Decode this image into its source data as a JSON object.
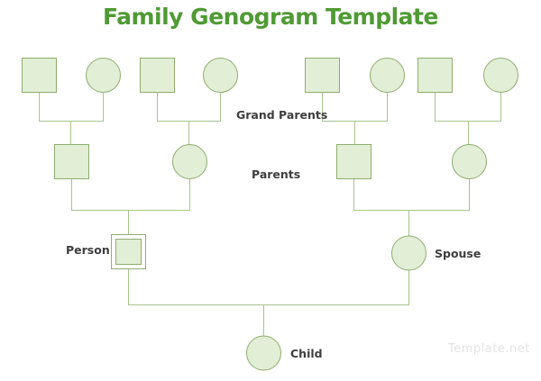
{
  "title": "Family Genogram Template",
  "watermark": "Template.net",
  "labels": {
    "grand_parents": "Grand Parents",
    "parents": "Parents",
    "person": "Person",
    "spouse": "Spouse",
    "child": "Child"
  },
  "colors": {
    "title_green": "#4f9a34",
    "node_fill": "#e2eed6",
    "node_border": "#8fad6e",
    "connector_line": "#a8c48c",
    "label_text": "#3e3e3e",
    "watermark_gray": "#e3e3e3"
  },
  "diagram": {
    "type": "genogram",
    "shape_legend": {
      "square": "male",
      "circle": "female",
      "double_square": "focal person"
    },
    "generations": [
      {
        "label": "Grand Parents",
        "couples": [
          {
            "nodes": [
              "square",
              "circle"
            ],
            "child_link": "father-left"
          },
          {
            "nodes": [
              "square",
              "circle"
            ],
            "child_link": "mother-left"
          },
          {
            "nodes": [
              "square",
              "circle"
            ],
            "child_link": "father-right"
          },
          {
            "nodes": [
              "square",
              "circle"
            ],
            "child_link": "mother-right"
          }
        ]
      },
      {
        "label": "Parents",
        "couples": [
          {
            "nodes": [
              "square",
              "circle"
            ],
            "child_link": "person"
          },
          {
            "nodes": [
              "square",
              "circle"
            ],
            "child_link": "spouse"
          }
        ]
      },
      {
        "label": "Person / Spouse",
        "couples": [
          {
            "nodes": [
              "double_square",
              "circle"
            ],
            "child_link": "child"
          }
        ]
      },
      {
        "label": "Child",
        "nodes": [
          "circle"
        ]
      }
    ]
  }
}
